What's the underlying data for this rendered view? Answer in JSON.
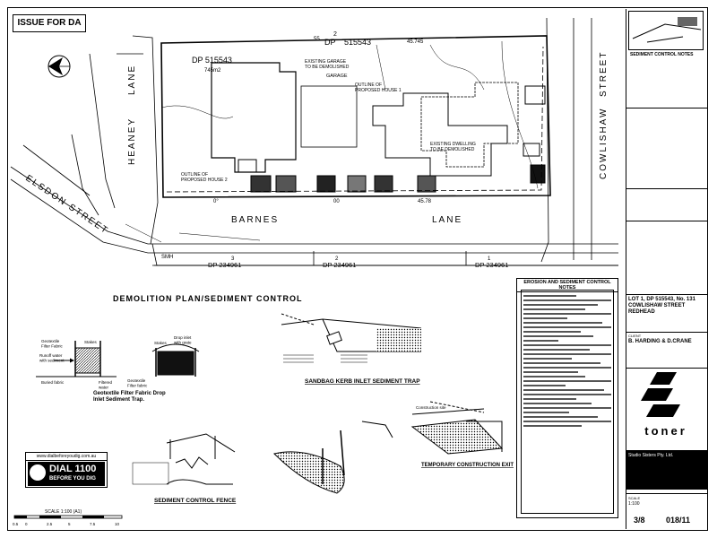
{
  "stamp": {
    "issue_label": "ISSUE FOR DA"
  },
  "site": {
    "dp_lot": "DP 515543",
    "dp_lot_number": "2",
    "lot_ref": "DP",
    "lot_ref_number": "515543",
    "lot_area": "745m2",
    "dims": {
      "top_left": "55",
      "top_right": "45.745",
      "bottom": "45.78",
      "bottom_zero_left": "0°",
      "bottom_zero_mid": "00"
    },
    "existing_garage": "EXISTING GARAGE\nTO BE DEMOLISHED",
    "garage": "GARAGE",
    "proposed_house_1": "OUTLINE OF\nPROPOSED HOUSE 1",
    "existing_dwelling": "EXISTING DWELLING\nTO BE DEMOLISHED",
    "proposed_house_2": "OUTLINE OF\nPROPOSED HOUSE 2"
  },
  "streets": {
    "heaney": "HEANEY",
    "heaney_lane": "LANE",
    "elsdon": "ELSDON STREET",
    "barnes": "BARNES",
    "barnes_lane": "LANE",
    "cowlishaw": "COWLISHAW",
    "cowlishaw_street": "STREET"
  },
  "adjacent_lots": [
    {
      "number": "3",
      "dp": "DP 234961"
    },
    {
      "number": "2",
      "dp": "DP 234961"
    },
    {
      "number": "1",
      "dp": "DP 234961"
    }
  ],
  "labels": {
    "smh": "SMH",
    "demolition_title": "DEMOLITION PLAN/SEDIMENT CONTROL",
    "geotextile_title": "Geotextile Filter Fabric Drop\nInlet Sediment Trap.",
    "geotextile_label_1": "Geotextile\nFilter Fabric",
    "geotextile_label_2": "Runoff water\nwith sediment",
    "geotextile_label_3": "Buried fabric",
    "geotextile_label_4": "Stakes",
    "geotextile_label_5": "Filtered\nwater",
    "grate_label_1": "Stakes",
    "grate_label_2": "Drop inlet\nwith grate",
    "grate_label_3": "Geotextile\nFilter fabric",
    "sandbag_title": "SANDBAG KERB INLET SEDIMENT TRAP",
    "sediment_fence_title": "SEDIMENT CONTROL FENCE",
    "construction_exit_title": "TEMPORARY CONSTRUCTION EXIT",
    "scale_label": "SCALE 1:100 (A1)",
    "scale_ticks": [
      "0.5",
      "0",
      "2.5",
      "5",
      "7.5",
      "10"
    ],
    "construction_site": "Construction site"
  },
  "dial": {
    "website": "www.dialbeforeyoudig.com.au",
    "main": "DIAL 1100",
    "sub": "BEFORE YOU DIG"
  },
  "notes": {
    "title": "EROSION AND SEDIMENT CONTROL NOTES"
  },
  "title_block": {
    "header": "SEDIMENT CONTROL NOTES",
    "project": "LOT 1, DP 515543, No. 131\nCOWLISHAW STREET\nREDHEAD",
    "client_label": "CLIENT",
    "client": "B. HARDING & D.CRANE",
    "company": "toner",
    "company_info": "Studio Sisters Pty. Ltd.",
    "scale_label": "SCALE",
    "scale_value": "1:100",
    "sheet": "3/8",
    "drawing_no": "018/11"
  }
}
